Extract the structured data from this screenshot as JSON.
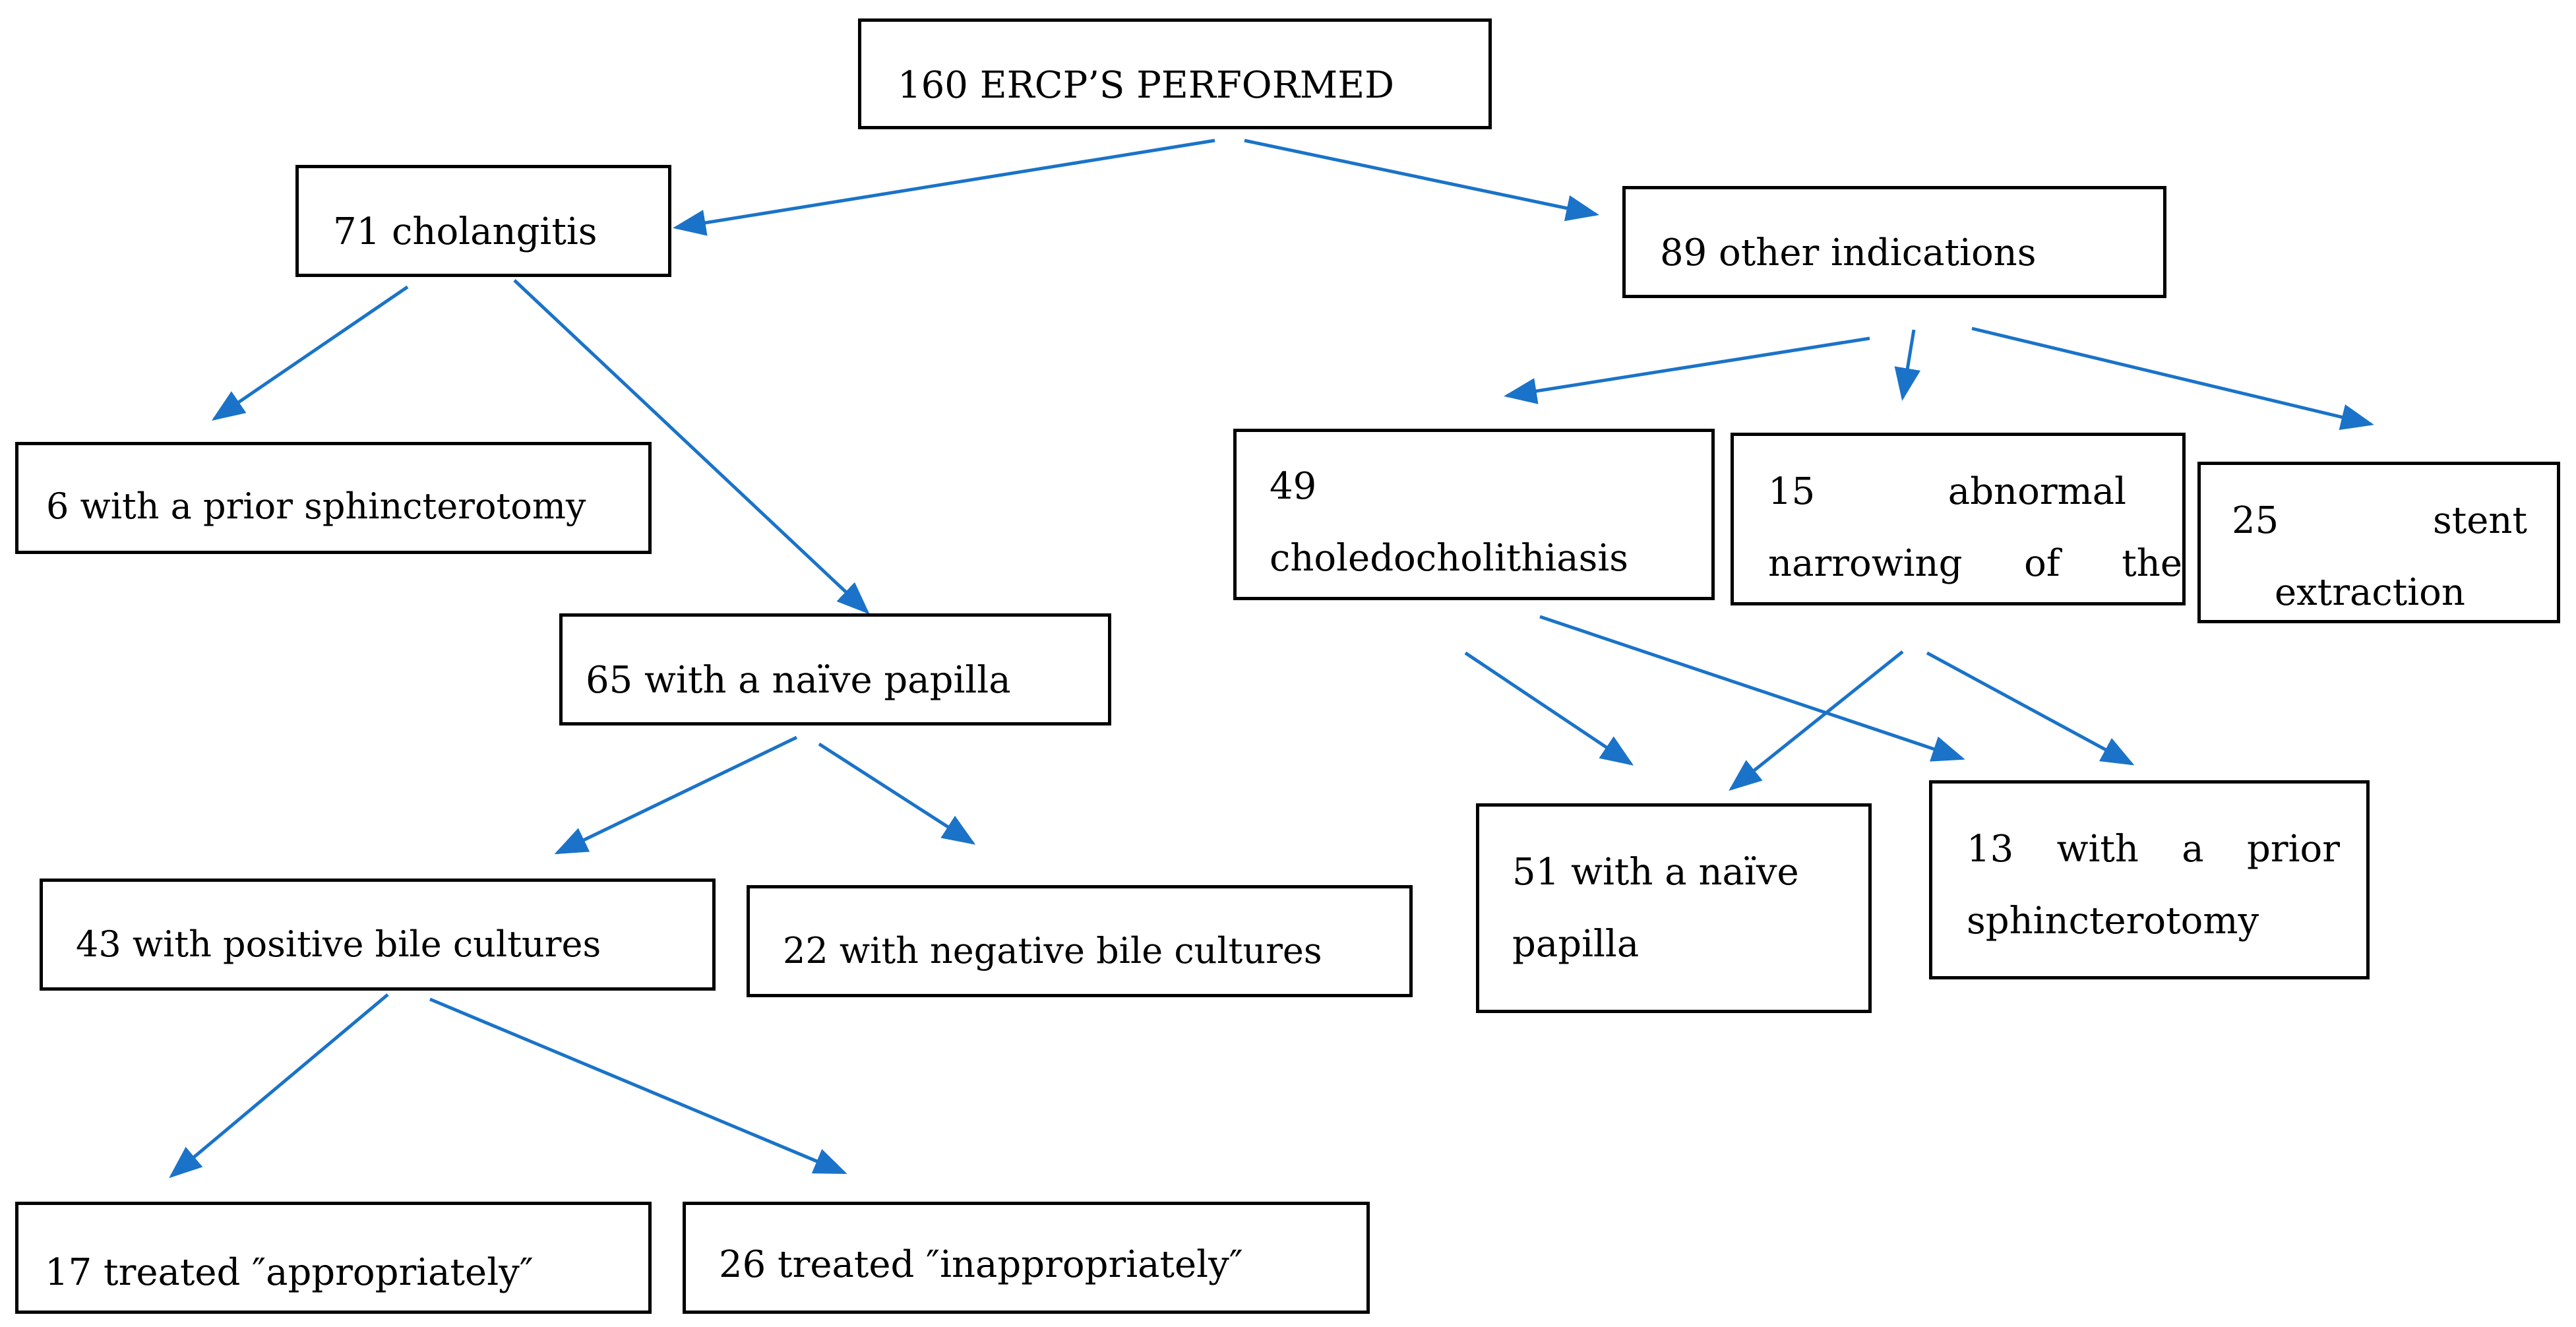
{
  "colors": {
    "arrow": "#1a73c8",
    "box_border": "#000000",
    "text": "#000000",
    "background": "#ffffff"
  },
  "nodes": {
    "root": "160 ERCP’S PERFORMED",
    "cholangitis": "71 cholangitis",
    "other_indications": "89 other indications",
    "prior_sphincterotomy_cholangitis": "6 with a prior sphincterotomy",
    "naive_papilla_cholangitis": "65 with a naïve papilla",
    "positive_cultures": "43 with positive bile cultures",
    "negative_cultures": "22 with negative bile cultures",
    "treated_appropriately": "17 treated ″appropriately″",
    "treated_inappropriately": "26 treated ″inappropriately″",
    "choledocholithiasis_count": "49",
    "choledocholithiasis_label": "choledocholithiasis",
    "narrowing_line1": "15 abnormal",
    "narrowing_line2": "narrowing of the",
    "stent_line1": "25 stent",
    "stent_line2": "extraction",
    "naive_papilla_other_line1": "51 with a naïve",
    "naive_papilla_other_line2": "papilla",
    "prior_sphincterotomy_other_line1": "13 with a prior",
    "prior_sphincterotomy_other_line2": "sphincterotomy"
  },
  "edges": [
    {
      "from": "root",
      "to": "cholangitis"
    },
    {
      "from": "root",
      "to": "other_indications"
    },
    {
      "from": "cholangitis",
      "to": "prior_sphincterotomy_cholangitis"
    },
    {
      "from": "cholangitis",
      "to": "naive_papilla_cholangitis"
    },
    {
      "from": "naive_papilla_cholangitis",
      "to": "positive_cultures"
    },
    {
      "from": "naive_papilla_cholangitis",
      "to": "negative_cultures"
    },
    {
      "from": "positive_cultures",
      "to": "treated_appropriately"
    },
    {
      "from": "positive_cultures",
      "to": "treated_inappropriately"
    },
    {
      "from": "other_indications",
      "to": "choledocholithiasis"
    },
    {
      "from": "other_indications",
      "to": "abnormal_narrowing"
    },
    {
      "from": "other_indications",
      "to": "stent_extraction"
    },
    {
      "from": "choledocholithiasis",
      "to": "naive_papilla_other"
    },
    {
      "from": "choledocholithiasis",
      "to": "prior_sphincterotomy_other"
    },
    {
      "from": "abnormal_narrowing",
      "to": "naive_papilla_other"
    },
    {
      "from": "abnormal_narrowing",
      "to": "prior_sphincterotomy_other"
    }
  ]
}
